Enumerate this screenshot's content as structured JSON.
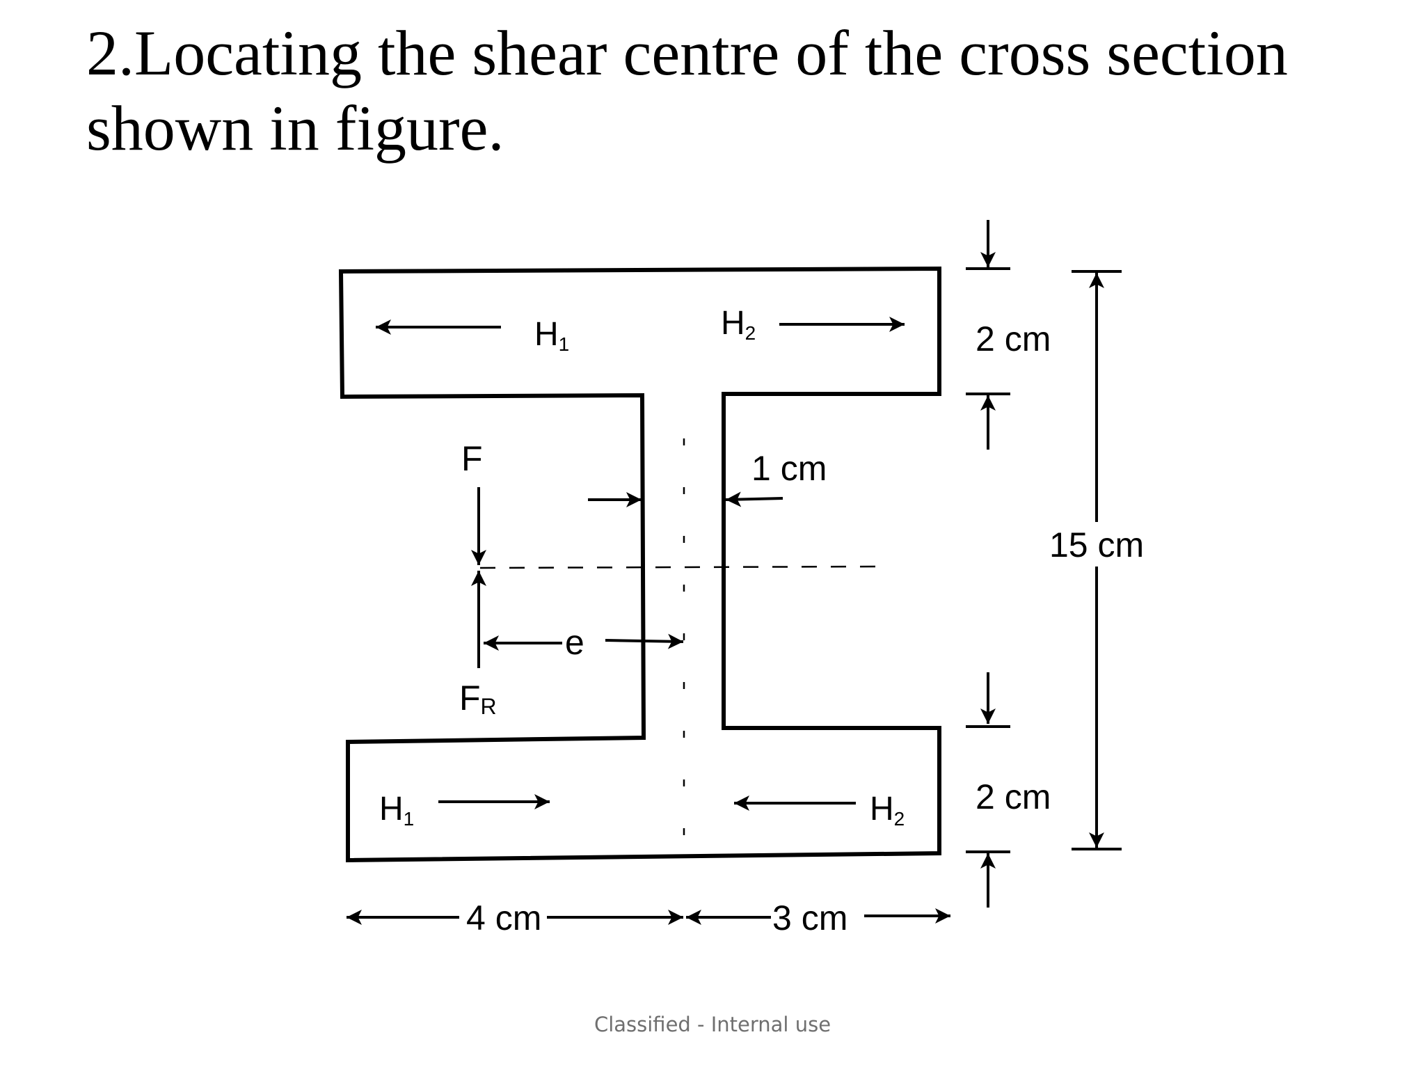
{
  "slide": {
    "title": "2.Locating the shear centre of the cross section shown in figure.",
    "footer": "Classified - Internal use"
  },
  "figure": {
    "labels": {
      "h1": "H",
      "h1_sub": "1",
      "h2": "H",
      "h2_sub": "2",
      "f": "F",
      "fr": "F",
      "fr_sub": "R",
      "e": "e",
      "web_thickness": "1 cm",
      "top_flange_thickness": "2 cm",
      "bottom_flange_thickness": "2 cm",
      "total_depth": "15 cm",
      "left_width": "4 cm",
      "right_width": "3 cm"
    }
  }
}
